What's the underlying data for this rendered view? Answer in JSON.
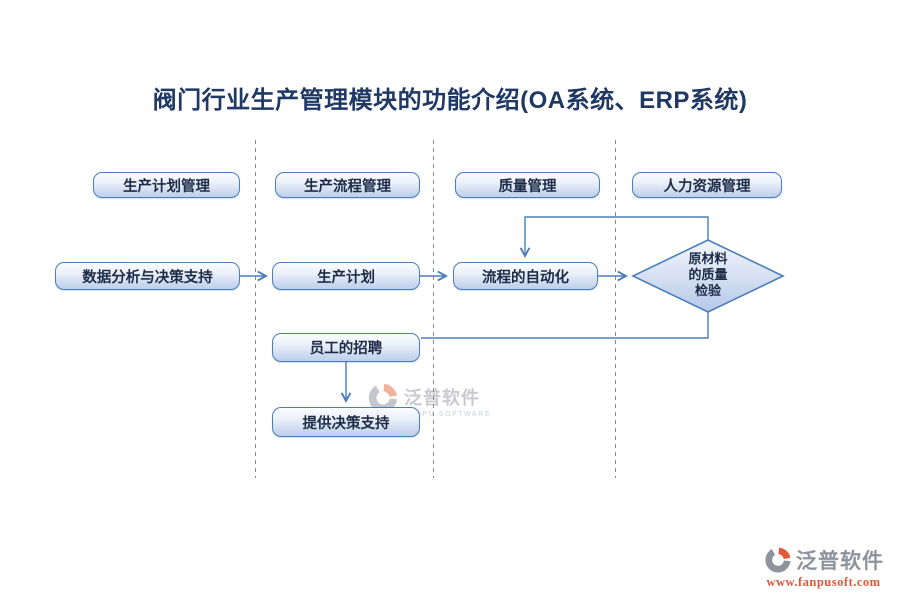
{
  "title": "阀门行业生产管理模块的功能介绍(OA系统、ERP系统)",
  "headers": [
    {
      "label": "生产计划管理"
    },
    {
      "label": "生产流程管理"
    },
    {
      "label": "质量管理"
    },
    {
      "label": "人力资源管理"
    }
  ],
  "nodes": {
    "data_analysis": "数据分析与决策支持",
    "production_plan": "生产计划",
    "process_automation": "流程的自动化",
    "raw_material_inspection": "原材料的质量检验",
    "employee_recruitment": "员工的招聘",
    "decision_support": "提供决策支持"
  },
  "edges": [
    {
      "from": "数据分析与决策支持",
      "to": "生产计划",
      "arrow": true
    },
    {
      "from": "生产计划",
      "to": "流程的自动化",
      "arrow": true
    },
    {
      "from": "流程的自动化",
      "to": "原材料的质量检验",
      "arrow": true
    },
    {
      "from": "原材料的质量检验",
      "to": "流程的自动化",
      "arrow": true,
      "note": "feedback-loop-top"
    },
    {
      "from": "原材料的质量检验",
      "to": "员工的招聘",
      "arrow": false,
      "note": "bottom-elbow"
    },
    {
      "from": "员工的招聘",
      "to": "提供决策支持",
      "arrow": true
    }
  ],
  "watermark": {
    "brand": "泛普软件",
    "subtitle": "FANPU SOFTWARE"
  },
  "footer": {
    "brand": "泛普软件",
    "url": "www.fanpusoft.com"
  },
  "colors": {
    "node_border": "#4a7ebb",
    "connector": "#4a7ebb",
    "divider_dash": "#8a8a8a",
    "title_text": "#1f3864",
    "footer_url": "#e2593a",
    "logo_orange": "#e2593a",
    "logo_gray": "#8e939d"
  }
}
